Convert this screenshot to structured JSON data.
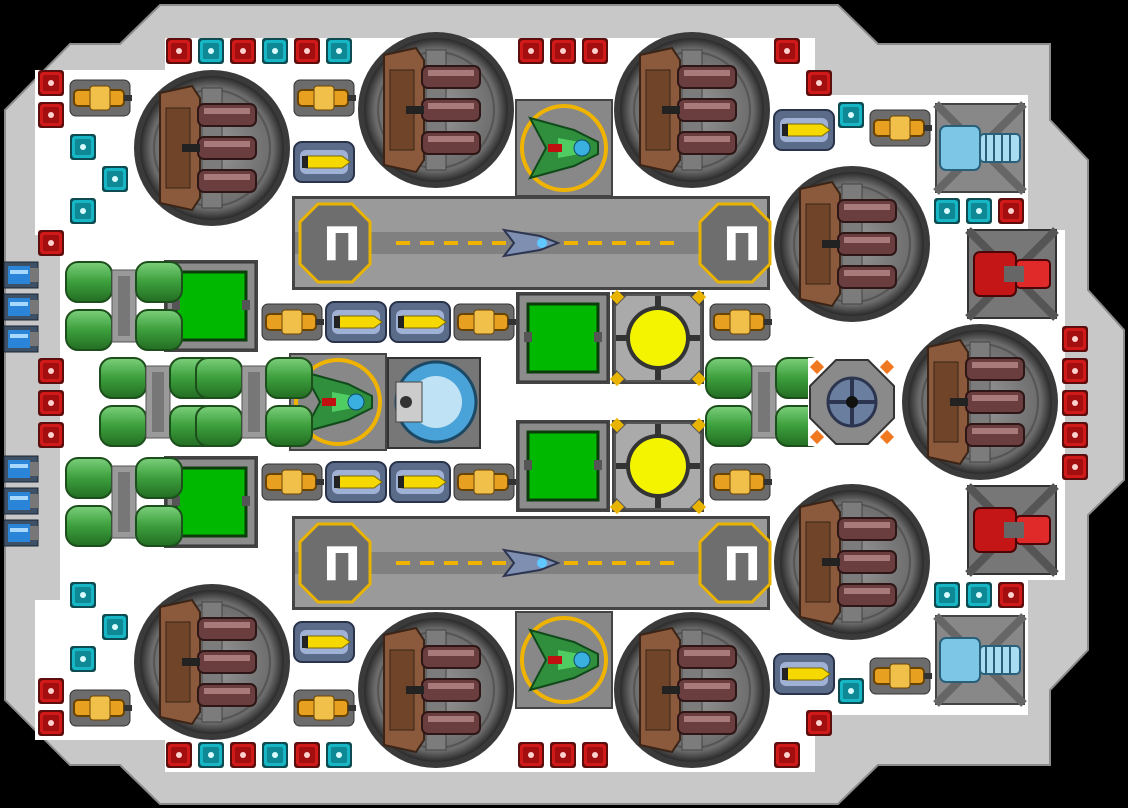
{
  "screen": "ship-designer-grid",
  "palette": {
    "background": "#000000",
    "hull": "#c8c8c8",
    "hull_edge": "#8c8c8c",
    "deck": "#ffffff",
    "red_module": "#d01a1a",
    "cyan_module": "#16b6c4",
    "green_tank": "#3fa63f",
    "green_screen": "#00b800",
    "yellow_core": "#f4f400",
    "turret_brown": "#8b5a3c",
    "runway_gray": "#9a9a9a",
    "runway_border": "#555555",
    "gold": "#e8b400"
  },
  "hangars": [
    {
      "name": "upper-hangar",
      "sign": "Π"
    },
    {
      "name": "lower-hangar",
      "sign": "Π"
    }
  ],
  "icons": [
    "cannon-turret",
    "missile-launcher",
    "fighter-bay",
    "reactor-core",
    "fuel-tank",
    "thruster",
    "shield-generator",
    "gyroscope",
    "armor-node",
    "laser-node"
  ]
}
